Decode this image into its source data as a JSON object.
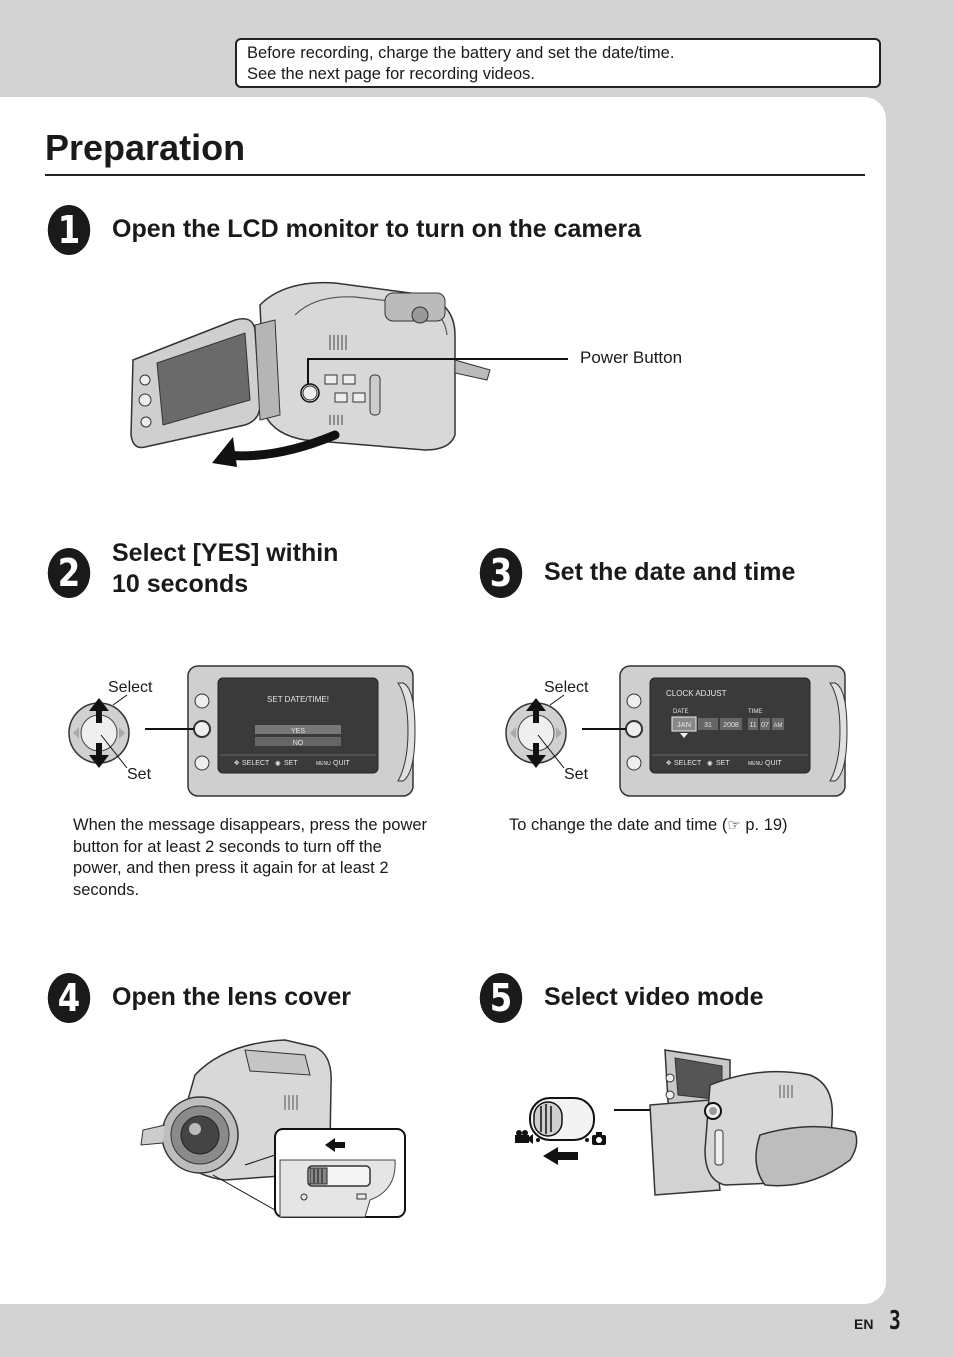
{
  "notice": {
    "line1": "Before recording, charge the battery and set the date/time.",
    "line2": "See the next page for recording videos."
  },
  "page_title": "Preparation",
  "steps": [
    {
      "number": "1",
      "heading": "Open the LCD monitor to turn on the camera",
      "callout": "Power Button"
    },
    {
      "number": "2",
      "heading_line1": "Select [YES] within",
      "heading_line2": "10 seconds",
      "label_select": "Select",
      "label_set": "Set",
      "lcd": {
        "title": "SET DATE/TIME!",
        "option_yes": "YES",
        "option_no": "NO",
        "footer_select": "SELECT",
        "footer_set": "SET",
        "footer_menu": "MENU",
        "footer_quit": "QUIT"
      },
      "description": "When the message disappears, press the power button for at least 2 seconds to turn off the power, and then press it again for at least 2 seconds."
    },
    {
      "number": "3",
      "heading": "Set the date and time",
      "label_select": "Select",
      "label_set": "Set",
      "lcd": {
        "title": "CLOCK ADJUST",
        "date_label": "DATE",
        "time_label": "TIME",
        "month": "JAN",
        "day": "31",
        "year": "2008",
        "hour": "11",
        "minute": "07",
        "ampm": "AM",
        "footer_select": "SELECT",
        "footer_set": "SET",
        "footer_menu": "MENU",
        "footer_quit": "QUIT"
      },
      "description_prefix": "To change the date and time (",
      "description_ref": "p. 19)"
    },
    {
      "number": "4",
      "heading": "Open the lens cover"
    },
    {
      "number": "5",
      "heading": "Select video mode"
    }
  ],
  "footer": {
    "lang": "EN",
    "page_number": "3"
  },
  "icons": {
    "step_marker": "black-circle",
    "reference": "pointing-hand-icon"
  }
}
